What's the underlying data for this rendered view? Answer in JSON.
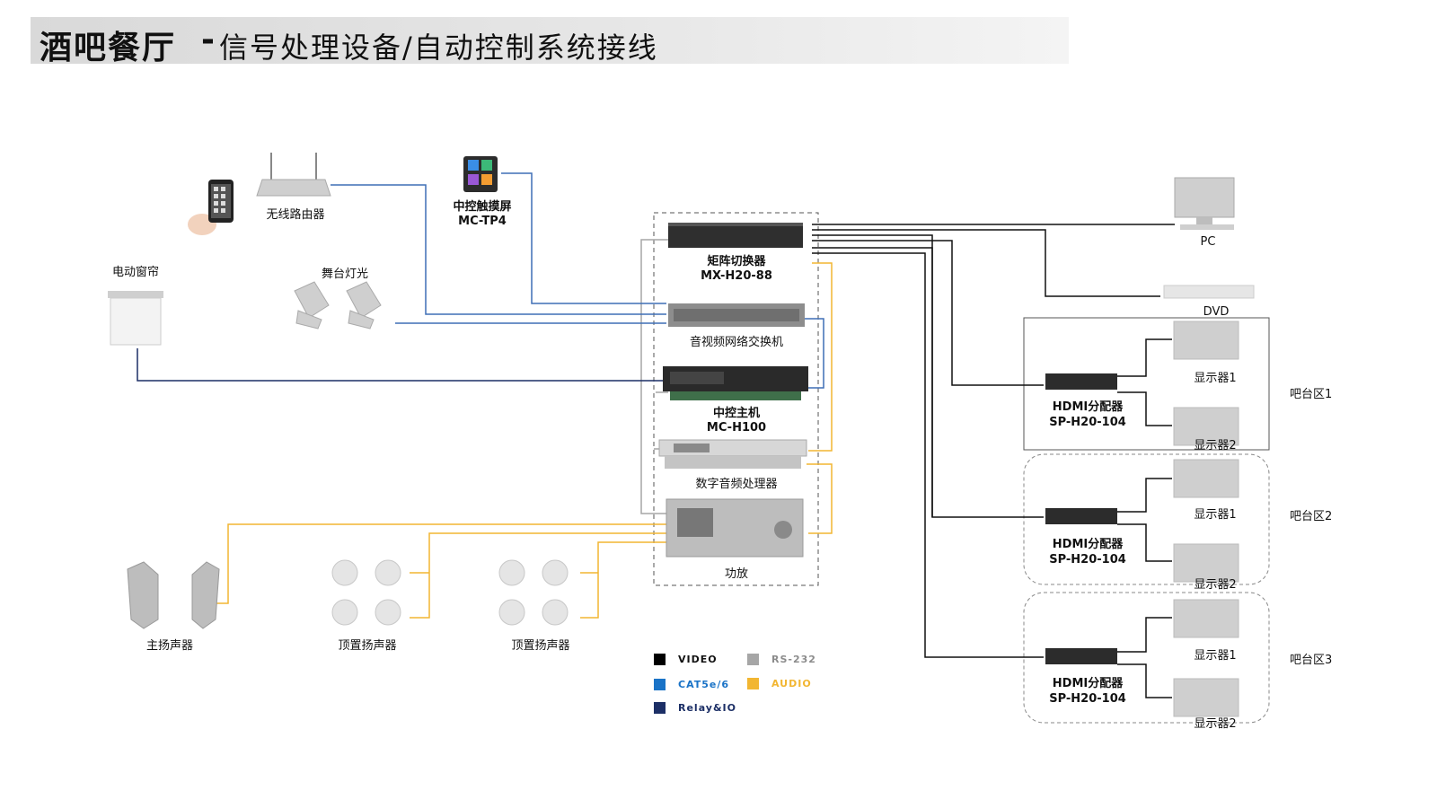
{
  "title": {
    "bold": "酒吧餐厅",
    "sep": "-",
    "rest": "信号处理设备/自动控制系统接线"
  },
  "devices": {
    "router": "无线路由器",
    "touch_panel": {
      "name": "中控触摸屏",
      "model": "MC-TP4"
    },
    "curtain": "电动窗帘",
    "stage_light": "舞台灯光",
    "matrix": {
      "name": "矩阵切换器",
      "model": "MX-H20-88"
    },
    "switch": "音视频网络交换机",
    "controller": {
      "name": "中控主机",
      "model": "MC-H100"
    },
    "dsp": "数字音频处理器",
    "amp": "功放",
    "main_speaker": "主扬声器",
    "ceiling_speaker_1": "顶置扬声器",
    "ceiling_speaker_2": "顶置扬声器",
    "pc": "PC",
    "dvd": "DVD"
  },
  "zones": [
    {
      "name": "吧台区1",
      "splitter": "HDMI分配器",
      "model": "SP-H20-104",
      "displays": [
        "显示器1",
        "显示器2"
      ]
    },
    {
      "name": "吧台区2",
      "splitter": "HDMI分配器",
      "model": "SP-H20-104",
      "displays": [
        "显示器1",
        "显示器2"
      ]
    },
    {
      "name": "吧台区3",
      "splitter": "HDMI分配器",
      "model": "SP-H20-104",
      "displays": [
        "显示器1",
        "显示器2"
      ]
    }
  ],
  "legend": [
    {
      "label": "VIDEO",
      "color": "#000000",
      "text_color": "#111111"
    },
    {
      "label": "RS-232",
      "color": "#a6a6a6",
      "text_color": "#8c8c8c"
    },
    {
      "label": "CAT5e/6",
      "color": "#1a73c7",
      "text_color": "#1a73c7"
    },
    {
      "label": "AUDIO",
      "color": "#f2b632",
      "text_color": "#f2b632"
    },
    {
      "label": "Relay&IO",
      "color": "#1c2f66",
      "text_color": "#1c2f66"
    }
  ]
}
